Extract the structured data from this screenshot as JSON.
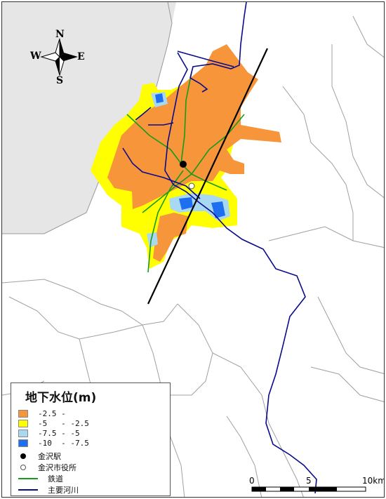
{
  "compass": {
    "north": "N",
    "south": "S",
    "east": "E",
    "west": "W"
  },
  "legend": {
    "title": "地下水位(m)",
    "ranges": [
      {
        "label": "-2.5 -",
        "color": "#f7953a"
      },
      {
        "label": "-5   - -2.5",
        "color": "#ffff00"
      },
      {
        "label": "-7.5 - -5",
        "color": "#a9d8f2"
      },
      {
        "label": "-10  - -7.5",
        "color": "#1e6ef0"
      }
    ],
    "kanazawa_station": "金沢駅",
    "city_hall": "金沢市役所",
    "railway": "鉄道",
    "main_rivers": "主要河川"
  },
  "scale_bar": {
    "labels": [
      "0",
      "5",
      "10km"
    ]
  },
  "colors": {
    "background": "#e6e6e6",
    "land": "#ffffff",
    "boundary": "#999999",
    "railway": "#1a9a1a",
    "river": "#0a0a8c",
    "section_line": "#000000"
  }
}
